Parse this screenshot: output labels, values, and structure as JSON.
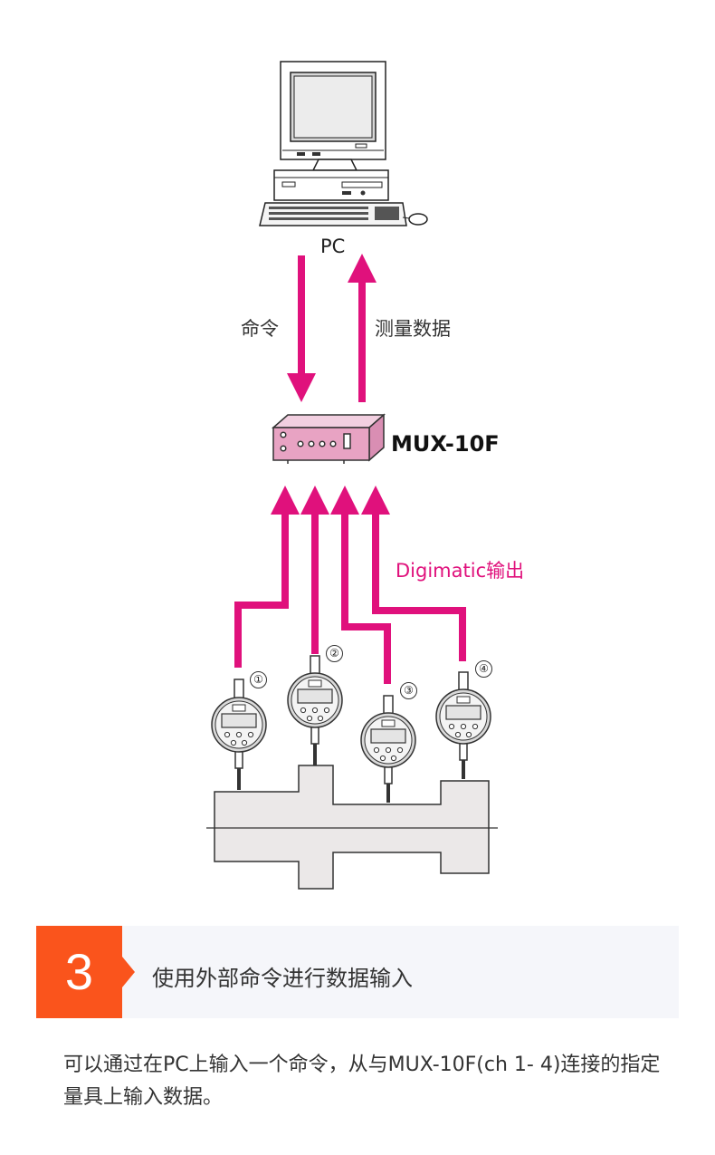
{
  "diagram": {
    "pc_label": "PC",
    "command_label": "命令",
    "measurement_label": "测量数据",
    "mux_label": "MUX-10F",
    "digimatic_label": "Digimatic输出",
    "channels": [
      "①",
      "②",
      "③",
      "④"
    ],
    "colors": {
      "arrow": "#e0117c",
      "mux_body": "#e8a3c3",
      "workpiece": "#ebe8e8"
    }
  },
  "step": {
    "number": "3",
    "title": "使用外部命令进行数据输入",
    "colors": {
      "badge": "#fa541c",
      "banner": "#f5f6fa"
    }
  },
  "description": "可以通过在PC上输入一个命令，从与MUX-10F(ch 1- 4)连接的指定量具上输入数据。"
}
